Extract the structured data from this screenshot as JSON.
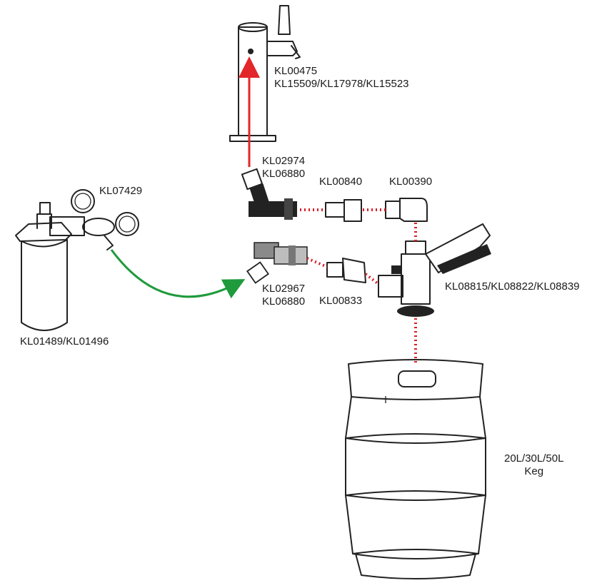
{
  "parts": {
    "tap_tower": [
      "KL00475",
      "KL15509/KL17978/KL15523"
    ],
    "beer_line_tee": [
      "KL02974",
      "KL06880"
    ],
    "beer_connector": [
      "KL00840"
    ],
    "beer_elbow": [
      "KL00390"
    ],
    "regulator": [
      "KL07429"
    ],
    "gas_cylinder": [
      "KL01489/KL01496"
    ],
    "gas_line_tee": [
      "KL02967",
      "KL06880"
    ],
    "gas_connector": [
      "KL00833"
    ],
    "coupler": [
      "KL08815/KL08822/KL08839"
    ],
    "keg": [
      "20L/30L/50L",
      "Keg"
    ]
  },
  "colors": {
    "beer_flow_arrow": "#e3262a",
    "gas_flow_arrow": "#1f9a3c",
    "connection_dots": "#d81f26",
    "ink": "#222222"
  }
}
